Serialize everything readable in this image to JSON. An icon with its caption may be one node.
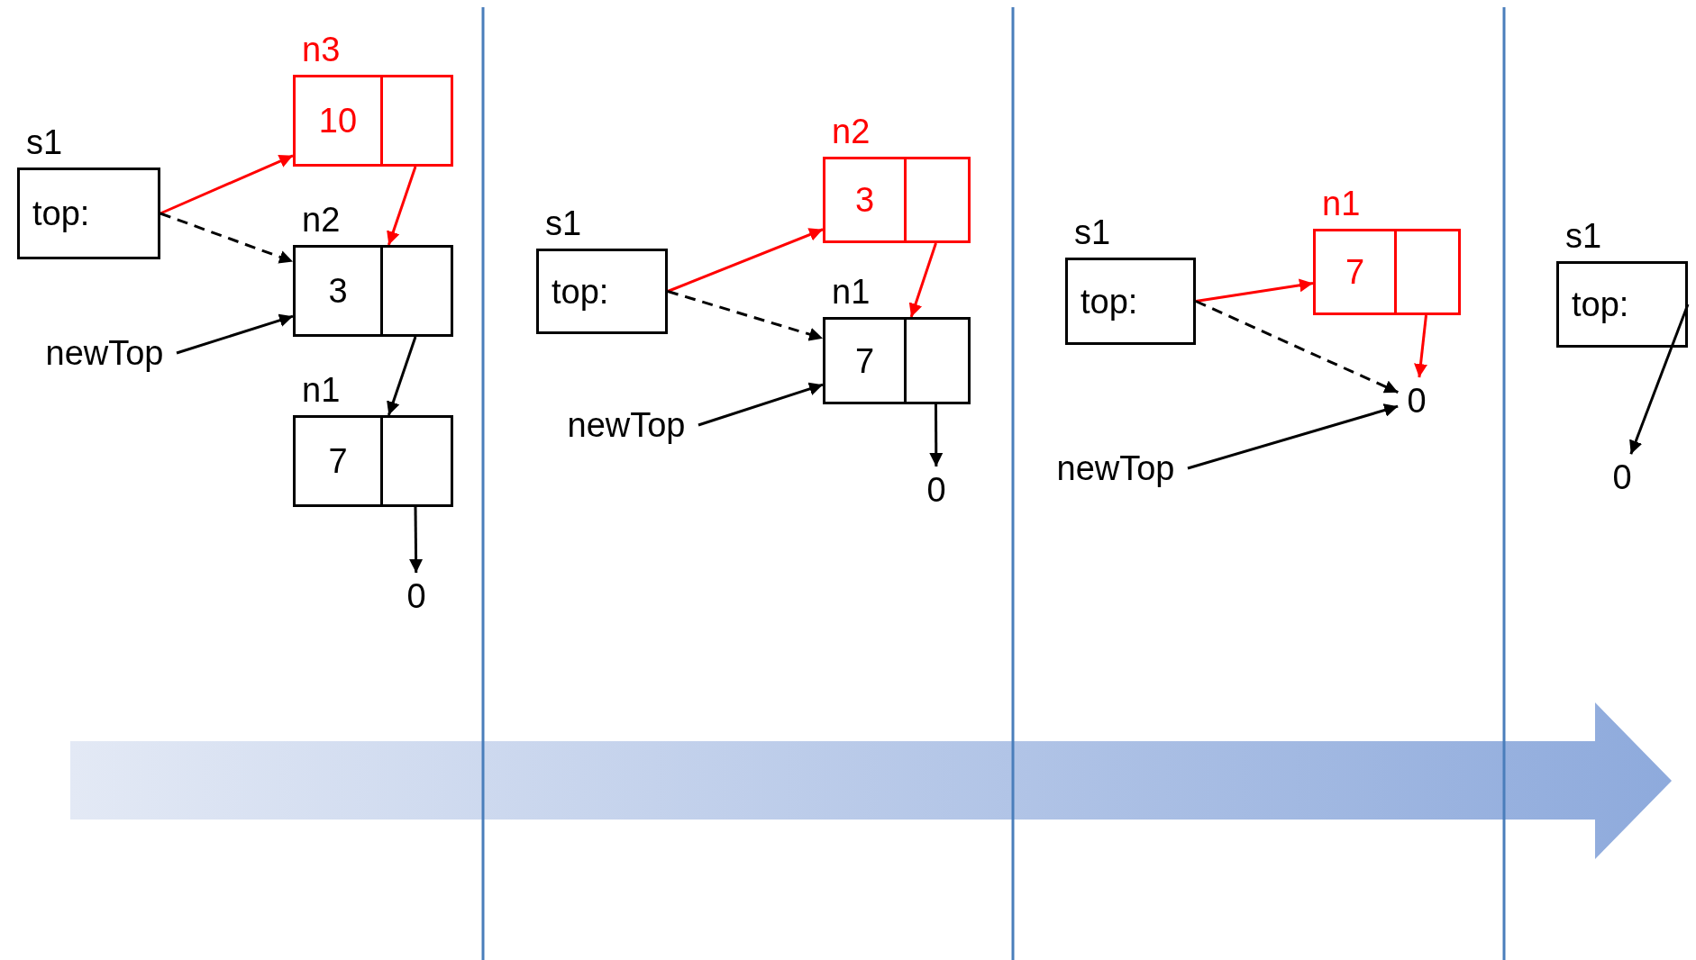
{
  "diagram": {
    "nodes": [
      {
        "text": [
          "s1",
          "top:"
        ]
      },
      {
        "text": [
          "n3",
          "10"
        ]
      },
      {
        "text": [
          "n2",
          "3"
        ]
      },
      {
        "text": [
          "n1",
          "7"
        ]
      },
      {
        "text": [
          "newTop"
        ]
      },
      {
        "text": [
          "0"
        ]
      },
      {
        "text": [
          "s1",
          "top:"
        ]
      },
      {
        "text": [
          "n2",
          "3"
        ]
      },
      {
        "text": [
          "n1",
          "7"
        ]
      },
      {
        "text": [
          "newTop"
        ]
      },
      {
        "text": [
          "0"
        ]
      },
      {
        "text": [
          "s1",
          "top:"
        ]
      },
      {
        "text": [
          "n1",
          "7"
        ]
      },
      {
        "text": [
          "0"
        ]
      },
      {
        "text": [
          "newTop"
        ]
      },
      {
        "text": [
          "s1",
          "top:"
        ]
      },
      {
        "text": [
          "0"
        ]
      }
    ],
    "edges": [
      {
        "from": 0,
        "to": 1,
        "arrow": "to",
        "color": "#ff0000"
      },
      {
        "from": 0,
        "to": 2,
        "arrow": "to",
        "style": "dashed"
      },
      {
        "from": 1,
        "to": 2,
        "arrow": "to",
        "color": "#ff0000"
      },
      {
        "from": 4,
        "to": 2,
        "arrow": "to"
      },
      {
        "from": 2,
        "to": 3,
        "arrow": "to"
      },
      {
        "from": 3,
        "to": 5,
        "arrow": "to"
      },
      {
        "from": 6,
        "to": 7,
        "arrow": "to",
        "color": "#ff0000"
      },
      {
        "from": 6,
        "to": 8,
        "arrow": "to",
        "style": "dashed"
      },
      {
        "from": 7,
        "to": 8,
        "arrow": "to",
        "color": "#ff0000"
      },
      {
        "from": 9,
        "to": 8,
        "arrow": "to"
      },
      {
        "from": 8,
        "to": 10,
        "arrow": "to"
      },
      {
        "from": 11,
        "to": 12,
        "arrow": "to",
        "color": "#ff0000"
      },
      {
        "from": 11,
        "to": 13,
        "arrow": "to",
        "style": "dashed"
      },
      {
        "from": 12,
        "to": 13,
        "arrow": "to",
        "color": "#ff0000"
      },
      {
        "from": 14,
        "to": 13,
        "arrow": "to"
      },
      {
        "from": 15,
        "to": 16,
        "arrow": "to"
      }
    ]
  }
}
